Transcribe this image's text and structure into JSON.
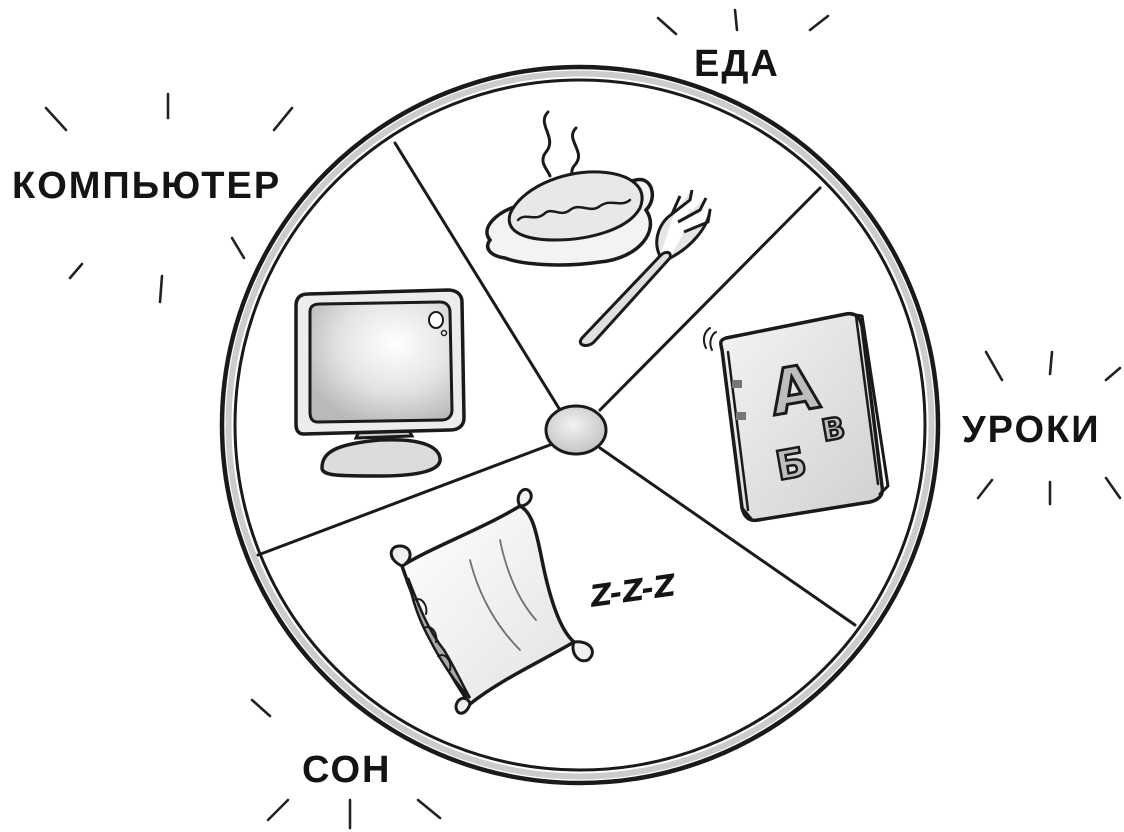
{
  "labels": {
    "food": "ЕДА",
    "lessons": "УРОКИ",
    "sleep": "СОН",
    "computer": "КОМПЬЮТЕР"
  },
  "pillow_text": "Z-Z-Z",
  "book_letters": {
    "big": "А",
    "small_right": "В",
    "small_bottom": "Б"
  },
  "icons": [
    "monitor-icon",
    "food-plate-icon",
    "fork-icon",
    "book-icon",
    "pillow-icon"
  ],
  "colors": {
    "ink": "#1a1a1a",
    "background": "#ffffff",
    "shade": "#d8d8d8"
  }
}
